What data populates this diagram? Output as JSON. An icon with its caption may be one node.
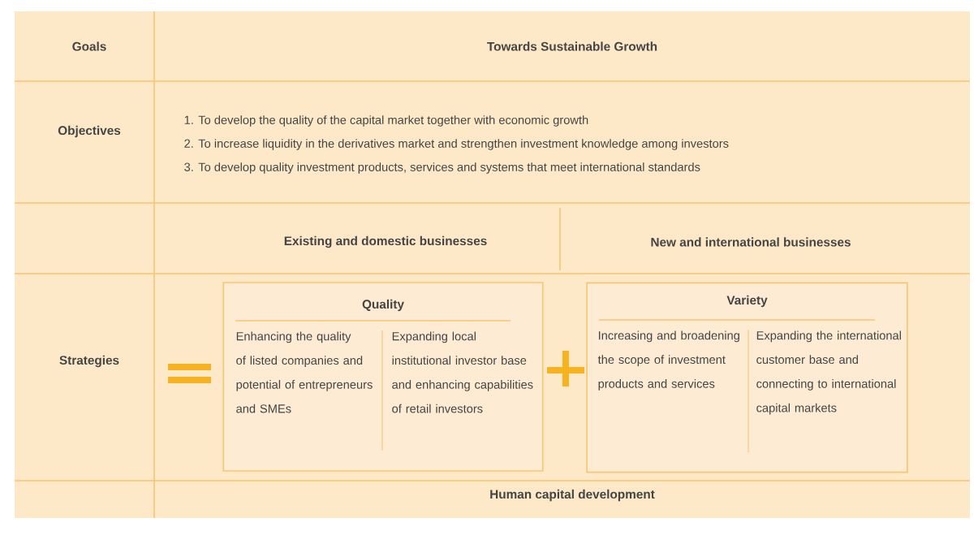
{
  "diagram": {
    "nodes": [
      {
        "text": [
          "Quality",
          "Enhancing the quality of listed companies and potential of entrepreneurs and SMEs",
          "Expanding local institutional investor base and enhancing capabilities of retail investors"
        ]
      },
      {
        "text": [
          "Variety",
          "Increasing and broadening the scope of investment products and services",
          "Expanding the international customer base and connecting to international capital markets"
        ]
      }
    ],
    "labels": [
      "Goals",
      "Towards Sustainable Growth",
      "Objectives",
      "1. To develop the quality of the capital market together with economic growth",
      "2. To increase liquidity in the derivatives market and strengthen investment knowledge among investors",
      "3. To develop quality investment products, services and systems that meet international standards",
      "Strategies",
      "Existing and domestic businesses",
      "New and international businesses",
      "Human capital development"
    ]
  }
}
